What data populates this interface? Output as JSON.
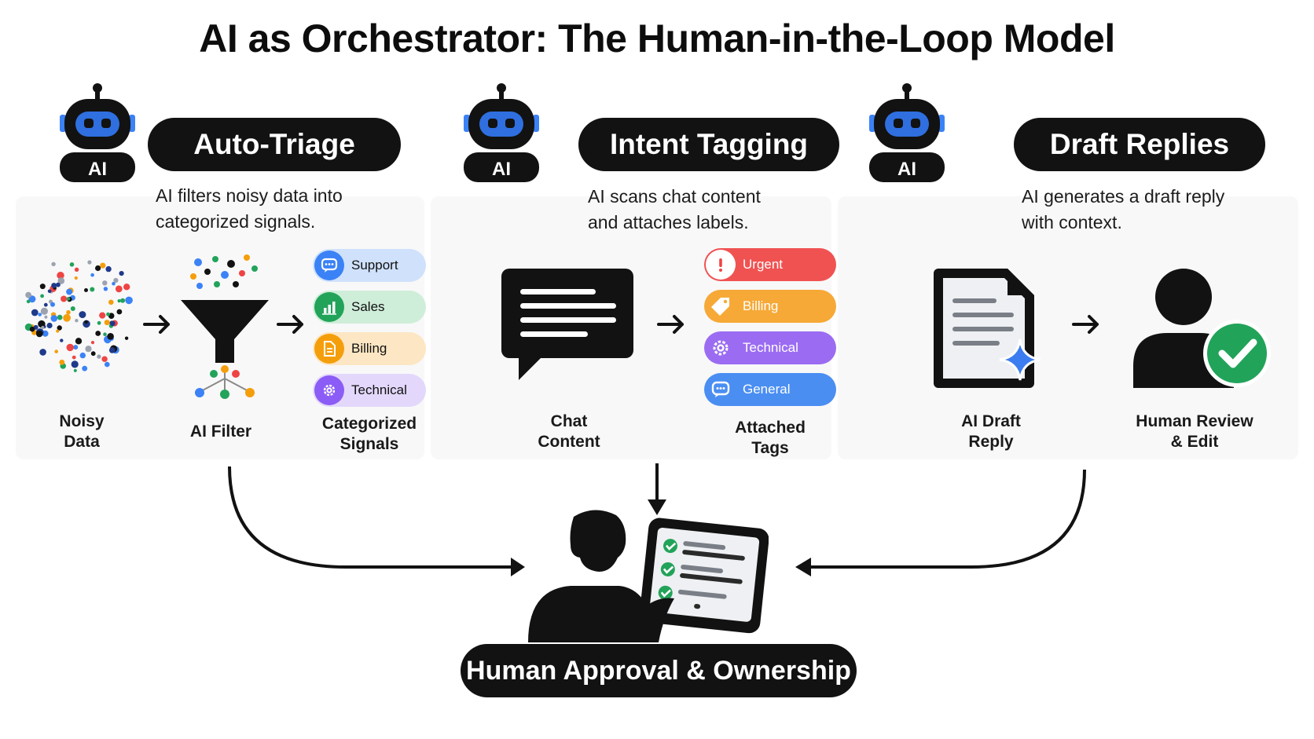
{
  "title": "AI as Orchestrator: The Human-in-the-Loop Model",
  "robot_badge": "AI",
  "sections": [
    {
      "heading": "Auto-Triage",
      "description_lines": [
        "AI filters noisy data into",
        "categorized signals."
      ],
      "labels": {
        "noisy": [
          "Noisy",
          "Data"
        ],
        "filter": [
          "AI Filter"
        ],
        "signals": [
          "Categorized",
          "Signals"
        ]
      },
      "tags": [
        {
          "label": "Support",
          "icon": "chat-icon",
          "color": "#3b82f6"
        },
        {
          "label": "Sales",
          "icon": "bar-chart-icon",
          "color": "#22a35a"
        },
        {
          "label": "Billing",
          "icon": "document-icon",
          "color": "#f59e0b"
        },
        {
          "label": "Technical",
          "icon": "gear-icon",
          "color": "#8b5cf6"
        }
      ]
    },
    {
      "heading": "Intent Tagging",
      "description_lines": [
        "AI scans chat content",
        "and attaches labels."
      ],
      "labels": {
        "chat": [
          "Chat",
          "Content"
        ],
        "tags": [
          "Attached",
          "Tags"
        ]
      },
      "tags": [
        {
          "label": "Urgent",
          "icon": "exclamation-icon",
          "color": "#ef4444"
        },
        {
          "label": "Billing",
          "icon": "price-tag-icon",
          "color": "#f59e0b"
        },
        {
          "label": "Technical",
          "icon": "gear-icon",
          "color": "#8b5cf6"
        },
        {
          "label": "General",
          "icon": "chat-icon",
          "color": "#3b82f6"
        }
      ]
    },
    {
      "heading": "Draft Replies",
      "description_lines": [
        "AI generates a draft reply",
        "with context."
      ],
      "labels": {
        "draft": [
          "AI Draft",
          "Reply"
        ],
        "review": [
          "Human Review",
          "& Edit"
        ]
      }
    }
  ],
  "bottom": {
    "label": "Human Approval & Ownership"
  },
  "colors": {
    "dark": "#121212",
    "accent_blue": "#3b82f6",
    "check_green": "#22a35a"
  }
}
